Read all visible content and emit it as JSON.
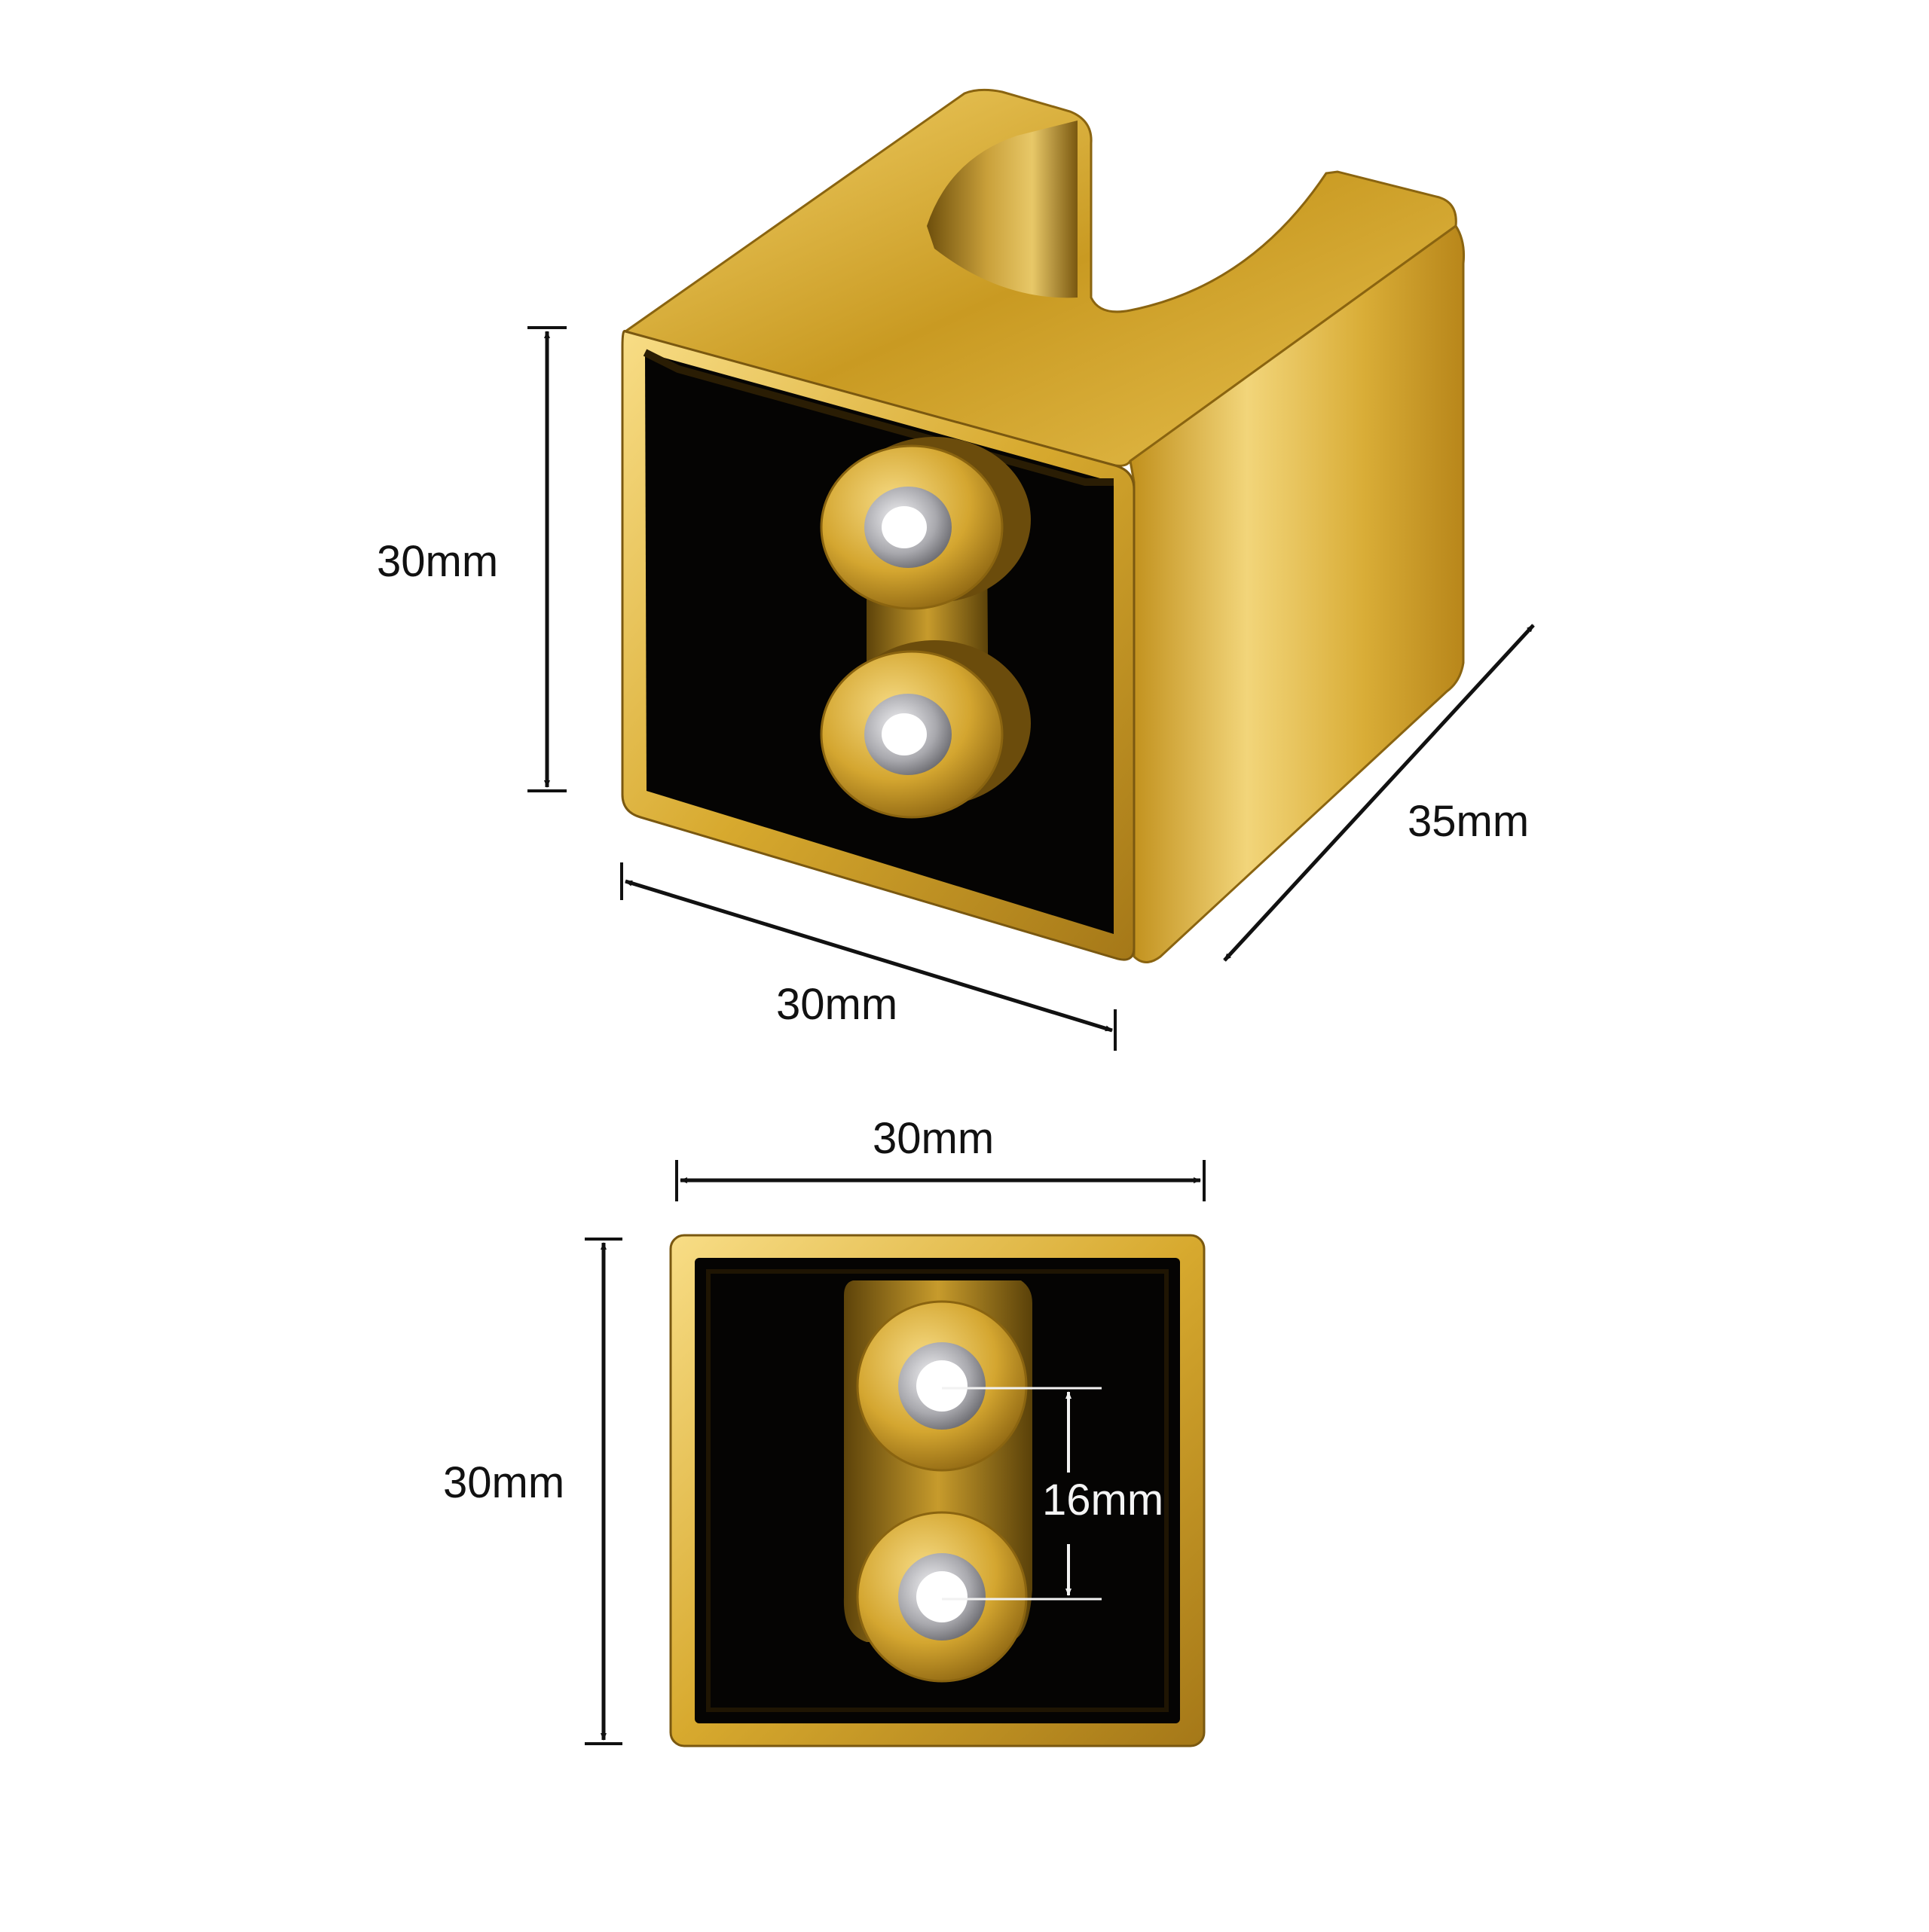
{
  "colors": {
    "gold_light": "#f6d77a",
    "gold_mid": "#d4a72c",
    "gold_dark": "#8a6410",
    "interior": "#050403",
    "steel": "#c8c8cc",
    "dimension_line": "#111111",
    "dimension_line_light": "#f2f2f2"
  },
  "icons": {
    "arrowhead": "arrowhead-icon",
    "screw_hole": "screw-hole-icon"
  },
  "views": {
    "isometric": {
      "height_label": "30mm",
      "width_label": "30mm",
      "depth_label": "35mm"
    },
    "front": {
      "width_label": "30mm",
      "height_label": "30mm",
      "hole_spacing_label": "16mm"
    }
  }
}
